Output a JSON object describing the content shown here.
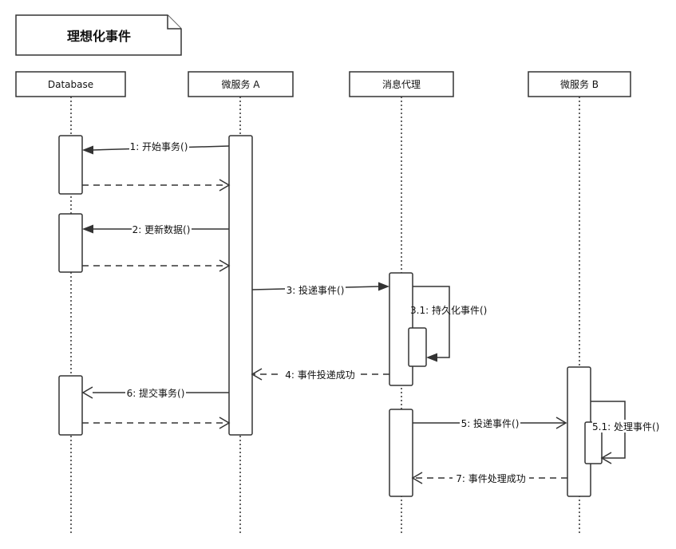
{
  "title": "理想化事件",
  "participants": [
    {
      "id": "db",
      "label": "Database"
    },
    {
      "id": "a",
      "label": "微服务 A"
    },
    {
      "id": "broker",
      "label": "消息代理"
    },
    {
      "id": "b",
      "label": "微服务 B"
    }
  ],
  "messages": [
    {
      "id": "m1",
      "label": "1: 开始事务()"
    },
    {
      "id": "m2",
      "label": "2: 更新数据()"
    },
    {
      "id": "m3",
      "label": "3: 投递事件()"
    },
    {
      "id": "m31",
      "label": "3.1: 持久化事件()"
    },
    {
      "id": "m4",
      "label": "4: 事件投递成功"
    },
    {
      "id": "m5",
      "label": "5: 投递事件()"
    },
    {
      "id": "m51",
      "label": "5.1: 处理事件()"
    },
    {
      "id": "m6",
      "label": "6: 提交事务()"
    },
    {
      "id": "m7",
      "label": "7: 事件处理成功"
    }
  ]
}
